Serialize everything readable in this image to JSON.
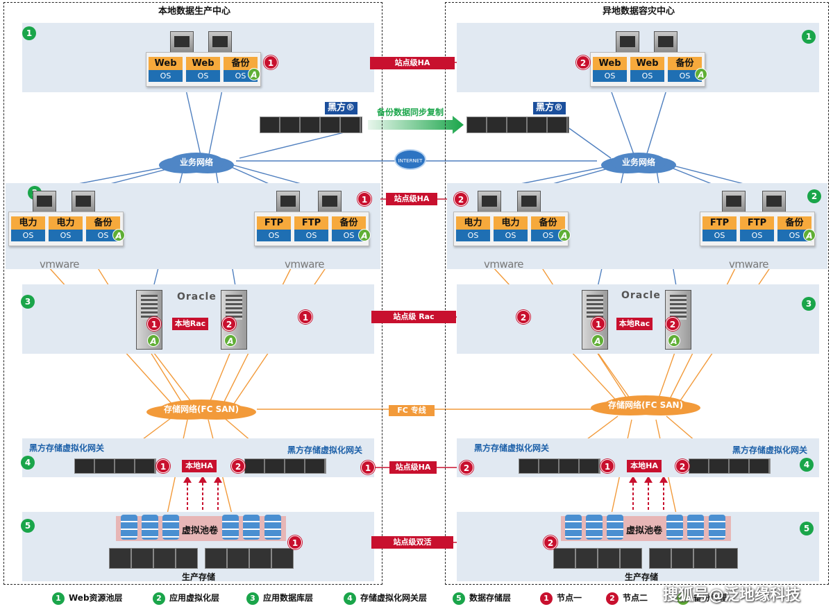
{
  "centers": {
    "left_title": "本地数据生产中心",
    "right_title": "异地数据容灾中心"
  },
  "layers": [
    "1",
    "2",
    "3",
    "4",
    "5"
  ],
  "vm_labels": {
    "web": "Web",
    "os": "OS",
    "backup": "备份",
    "power": "电力",
    "ftp": "FTP"
  },
  "links": {
    "site_ha_1": "站点级HA",
    "backup_sync": "备份数据同步复制",
    "site_ha_2": "站点级HA",
    "site_rac": "站点级 Rac",
    "fc_line": "FC 专线",
    "site_ha_4": "站点级HA",
    "site_active": "站点级双活"
  },
  "clouds": {
    "business_net": "业务网络",
    "storage_net": "存储网络(FC SAN)",
    "internet": "INTERNET"
  },
  "brand": {
    "heifang": "黑方®",
    "vmware": "vmware"
  },
  "oracle": {
    "title": "Oracle",
    "local_rac": "本地Rac"
  },
  "gateway": {
    "label": "黑方存储虚拟化网关",
    "local_ha": "本地HA"
  },
  "storage": {
    "pool": "虚拟池卷",
    "production": "生产存储"
  },
  "node_numbers": {
    "one": "1",
    "two": "2"
  },
  "legend": [
    {
      "num": "1",
      "color": "green",
      "label": "Web资源池层"
    },
    {
      "num": "2",
      "color": "green",
      "label": "应用虚拟化层"
    },
    {
      "num": "3",
      "color": "green",
      "label": "应用数据库层"
    },
    {
      "num": "4",
      "color": "green",
      "label": "存储虚拟化网关层"
    },
    {
      "num": "5",
      "color": "green",
      "label": "数据存储层"
    },
    {
      "num": "1",
      "color": "red",
      "label": "节点一"
    },
    {
      "num": "2",
      "color": "red",
      "label": "节点二"
    },
    {
      "num": "A",
      "color": "agent",
      "label": "备份代理"
    }
  ],
  "watermark": "搜狐号@泛地缘科技",
  "colors": {
    "band": "#e1e9f2",
    "red": "#c8102e",
    "green": "#1aa54a",
    "orange": "#f29a3a",
    "blue": "#4f86c6"
  }
}
